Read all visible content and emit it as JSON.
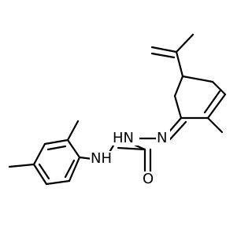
{
  "molecule": {
    "atoms": {
      "nh_amine": "NH",
      "hn_hydrazide": "HN",
      "n_imine": "N",
      "o_carbonyl": "O"
    }
  },
  "colors": {
    "bond": "#000000",
    "label": "#000000",
    "background": "#ffffff"
  }
}
